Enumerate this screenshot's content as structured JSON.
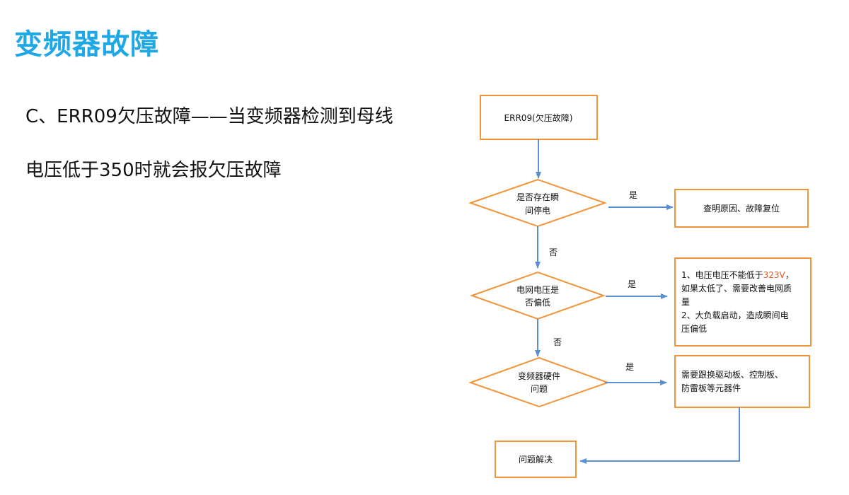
{
  "slide": {
    "title": "变频器故障",
    "text_line1": "C、ERR09欠压故障——当变频器检测到母线",
    "text_line2": "电压低于350时就会报欠压故障"
  },
  "flowchart": {
    "start": "ERR09(欠压故障)",
    "decision1": [
      "是否存在瞬",
      "间停电"
    ],
    "decision2": [
      "电网电压是",
      "否偏低"
    ],
    "decision3": [
      "变频器硬件",
      "问题"
    ],
    "yes": "是",
    "no": "否",
    "result1": "查明原因、故障复位",
    "result2": {
      "l1_a": "1、电压电压不能低于",
      "l1_b": "323V",
      "l1_c": "，",
      "l2": "如果太低了、需要改善电网质",
      "l3": "量",
      "l4": "2、大负载启动，造成瞬间电",
      "l5": "压偏低"
    },
    "result3": [
      "需要跟换驱动板、控制板、",
      "防雷板等元器件"
    ],
    "end": "问题解决"
  },
  "colors": {
    "title": "#1fa8e6",
    "box_border": "#f0953a",
    "arrow": "#5b8fd0",
    "highlight": "#e05a2a"
  }
}
